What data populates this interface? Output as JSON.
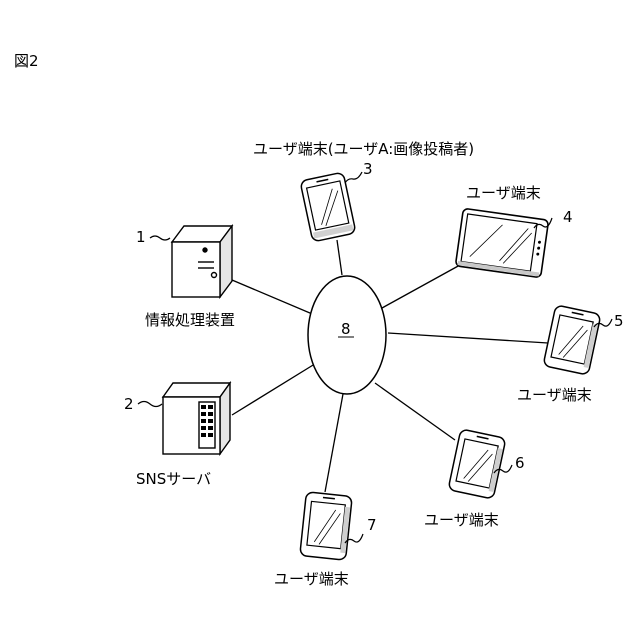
{
  "figure_label": "図2",
  "network": {
    "number": "8"
  },
  "nodes": {
    "info_processing": {
      "number": "1",
      "label": "情報処理装置"
    },
    "sns_server": {
      "number": "2",
      "label": "SNSサーバ"
    },
    "terminal_a": {
      "number": "3",
      "label": "ユーザ端末(ユーザA:画像投稿者)"
    },
    "tablet": {
      "number": "4",
      "label": "ユーザ端末"
    },
    "terminal_5": {
      "number": "5",
      "label": "ユーザ端末"
    },
    "terminal_6": {
      "number": "6",
      "label": "ユーザ端末"
    },
    "terminal_7": {
      "number": "7",
      "label": "ユーザ端末"
    }
  }
}
